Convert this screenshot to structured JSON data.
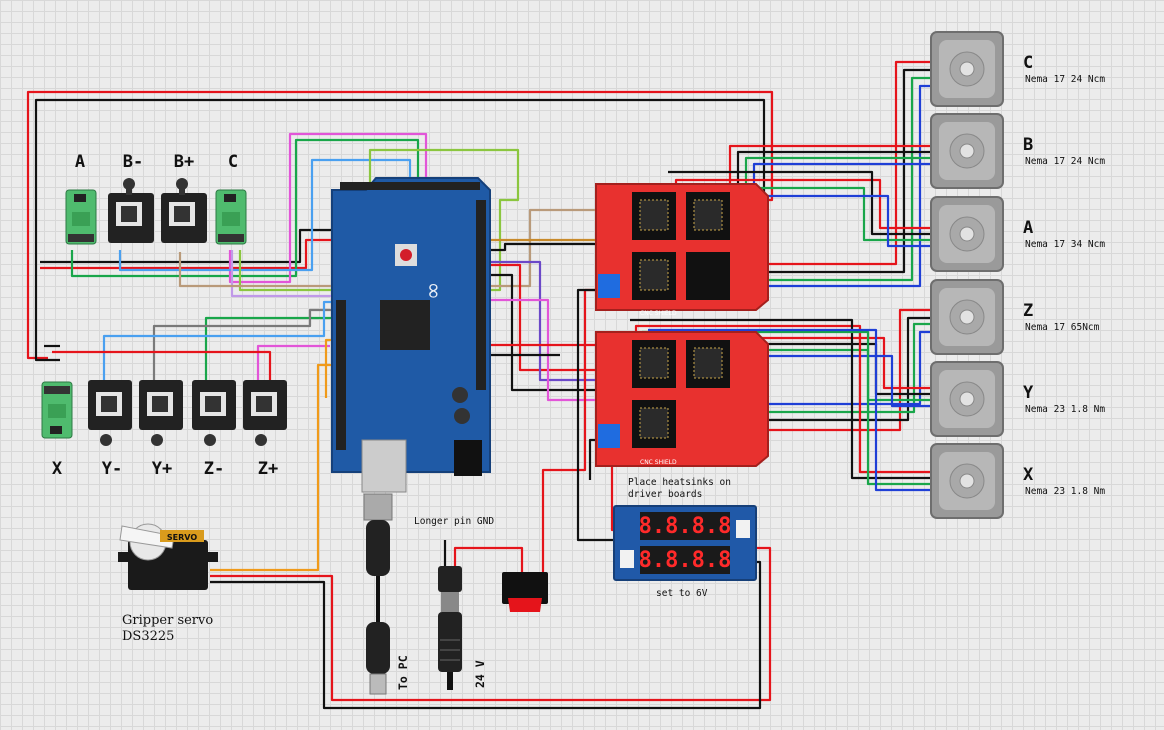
{
  "motors": [
    {
      "letter": "C",
      "spec": "Nema 17 24 Ncm"
    },
    {
      "letter": "B",
      "spec": "Nema 17 24 Ncm"
    },
    {
      "letter": "A",
      "spec": "Nema 17 34 Ncm"
    },
    {
      "letter": "Z",
      "spec": "Nema 17 65Ncm"
    },
    {
      "letter": "Y",
      "spec": "Nema 23 1.8 Nm"
    },
    {
      "letter": "X",
      "spec": "Nema 23 1.8 Nm"
    }
  ],
  "switches_top": [
    "A",
    "B-",
    "B+",
    "C"
  ],
  "switches_bottom": [
    "X",
    "Y-",
    "Y+",
    "Z-",
    "Z+"
  ],
  "notes": {
    "heatsinks_line1": "Place heatsinks on",
    "heatsinks_line2": "driver boards",
    "set_voltage": "set to 6V",
    "longer_pin": "Longer pin GND",
    "to_pc": "To PC",
    "supply": "24 V",
    "servo_line1": "Gripper servo",
    "servo_line2": "DS3225",
    "cnc_shield": "CNC SHIELD",
    "servo_brand": "SERVO",
    "display_value": "8.8.8.8"
  },
  "colors": {
    "red": "#e5141b",
    "black": "#111111",
    "green": "#19a64a",
    "blue": "#1f3fd6",
    "board_red": "#e8312f",
    "arduino_blue": "#1f5aa6"
  }
}
